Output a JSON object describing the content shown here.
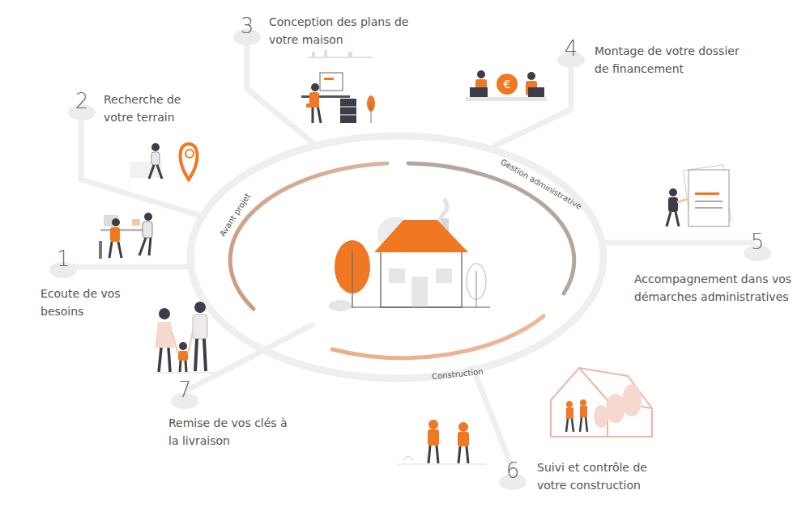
{
  "diagram": {
    "labels": [
      "1",
      "Ecoute de vos besoins",
      "2",
      "Recherche de votre terrain",
      "3",
      "Conception des plans de votre maison",
      "4",
      "Montage de votre dossier de financement",
      "5",
      "Accompagnement dans vos démarches administratives",
      "6",
      "Suivi et contrôle de votre construction",
      "7",
      "Remise de vos clés à la livraison",
      "Avant projet",
      "Gestion administrative",
      "Construction"
    ]
  }
}
